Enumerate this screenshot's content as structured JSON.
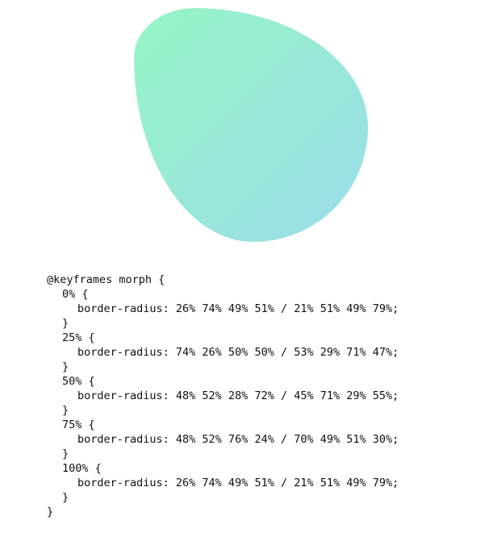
{
  "preview": {
    "shape": "blob",
    "gradient_start": "#95f5c5",
    "gradient_end": "#9cdcea"
  },
  "code": {
    "keyframes_open": "@keyframes morph {",
    "closing_brace": "}",
    "keyframes_close": "}",
    "steps": [
      {
        "selector": "0% {",
        "declaration": "border-radius: 26% 74% 49% 51% / 21% 51% 49% 79%;"
      },
      {
        "selector": "25% {",
        "declaration": "border-radius: 74% 26% 50% 50% / 53% 29% 71% 47%;"
      },
      {
        "selector": "50% {",
        "declaration": "border-radius: 48% 52% 28% 72% / 45% 71% 29% 55%;"
      },
      {
        "selector": "75% {",
        "declaration": "border-radius: 48% 52% 76% 24% / 70% 49% 51% 30%;"
      },
      {
        "selector": "100% {",
        "declaration": "border-radius: 26% 74% 49% 51% / 21% 51% 49% 79%;"
      }
    ]
  }
}
